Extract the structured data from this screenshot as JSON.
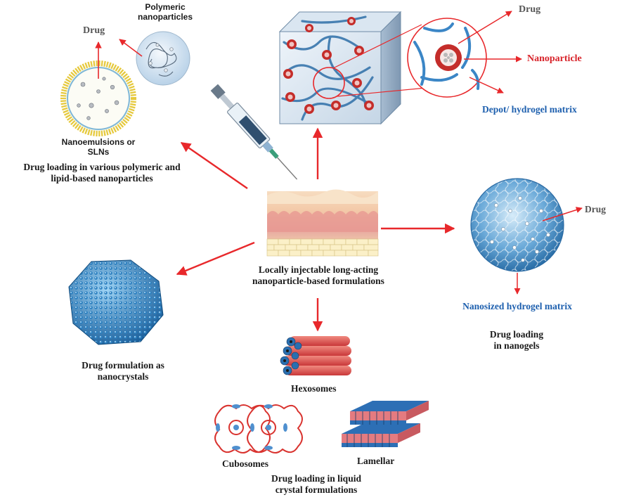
{
  "center": {
    "title_line1": "Locally injectable long-acting",
    "title_line2": "nanoparticle-based formulations"
  },
  "top_left": {
    "drug": "Drug",
    "polymeric_line1": "Polymeric",
    "polymeric_line2": "nanoparticles",
    "nanoemulsions_line1": "Nanoemulsions or",
    "nanoemulsions_line2": "SLNs",
    "caption_line1": "Drug loading in various polymeric and",
    "caption_line2": "lipid-based nanoparticles"
  },
  "top_center": {
    "drug": "Drug",
    "nanoparticle": "Nanoparticle",
    "depot": "Depot/ hydrogel matrix"
  },
  "right": {
    "drug": "Drug",
    "matrix": "Nanosized hydrogel matrix",
    "caption_line1": "Drug loading",
    "caption_line2": "in nanogels"
  },
  "left": {
    "caption_line1": "Drug formulation as",
    "caption_line2": "nanocrystals"
  },
  "bottom": {
    "hexosomes": "Hexosomes",
    "cubosomes": "Cubosomes",
    "lamellar": "Lamellar",
    "caption_line1": "Drug loading in liquid",
    "caption_line2": "crystal formulations"
  },
  "colors": {
    "arrow_red": "#e8282b",
    "text_red": "#d8232a",
    "text_blue": "#1d5fae",
    "text_dark": "#1a1a1a",
    "hydrogel_blue": "#3f8fc9"
  }
}
